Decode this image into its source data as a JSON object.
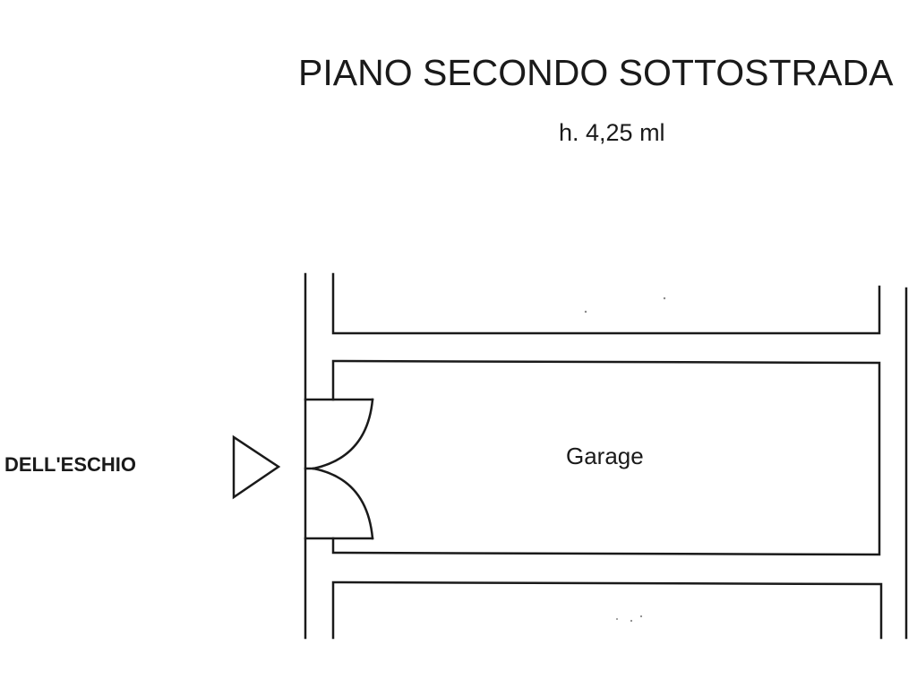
{
  "plan": {
    "title": "PIANO SECONDO SOTTOSTRADA",
    "height_label": "h. 4,25 ml",
    "street_label": "DELL'ESCHIO",
    "room_label": "Garage"
  },
  "colors": {
    "line": "#1a1a1a",
    "background": "#ffffff"
  },
  "icons": {
    "entrance": "entrance-arrow-icon"
  }
}
